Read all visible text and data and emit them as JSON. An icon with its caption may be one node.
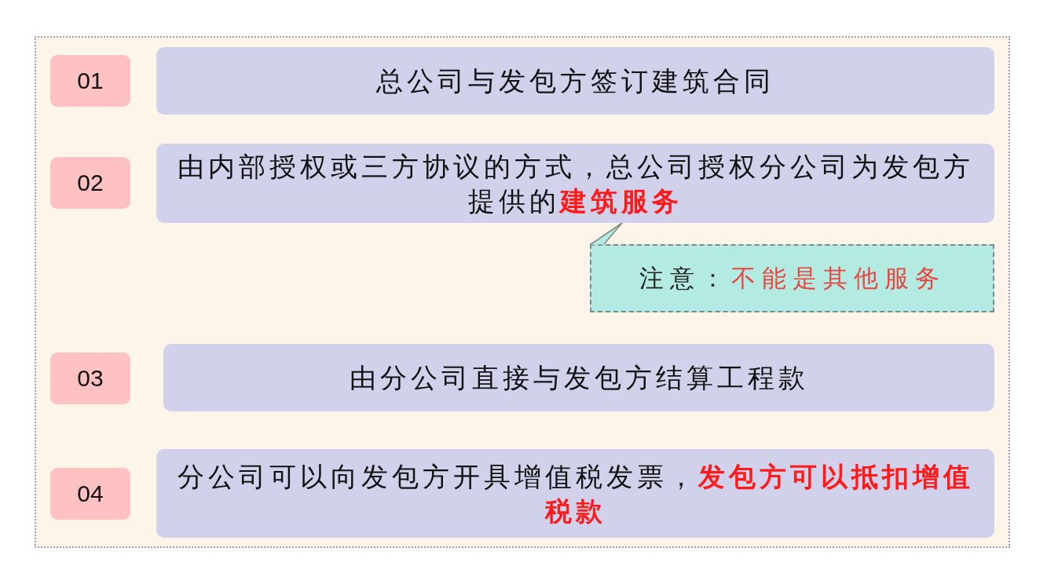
{
  "diagram": {
    "nodes": [
      {
        "text": [],
        "shape": "box"
      },
      {
        "text": [
          "01"
        ],
        "in": 0
      },
      {
        "text": [
          "总公司与发包方签订建筑合同"
        ],
        "in": 0
      },
      {
        "text": [
          "02"
        ],
        "in": 0
      },
      {
        "text": [
          "由内部授权或三方协议的方式，总公司授权分公司为发包方提供的**建筑服务**"
        ],
        "in": 0
      },
      {
        "text": [
          "注意：",
          "不能是其他服务"
        ],
        "in": 0
      },
      {
        "text": [
          "03"
        ],
        "in": 0
      },
      {
        "text": [
          "由分公司直接与发包方结算工程款"
        ],
        "in": 0
      },
      {
        "text": [
          "04"
        ],
        "in": 0
      },
      {
        "text": [
          "分公司可以向发包方开具增值税发票，**发包方可以抵扣增值税款**"
        ],
        "in": 0
      }
    ],
    "edges": [
      {
        "from": 5,
        "to": 4,
        "arrow": "none"
      }
    ]
  }
}
